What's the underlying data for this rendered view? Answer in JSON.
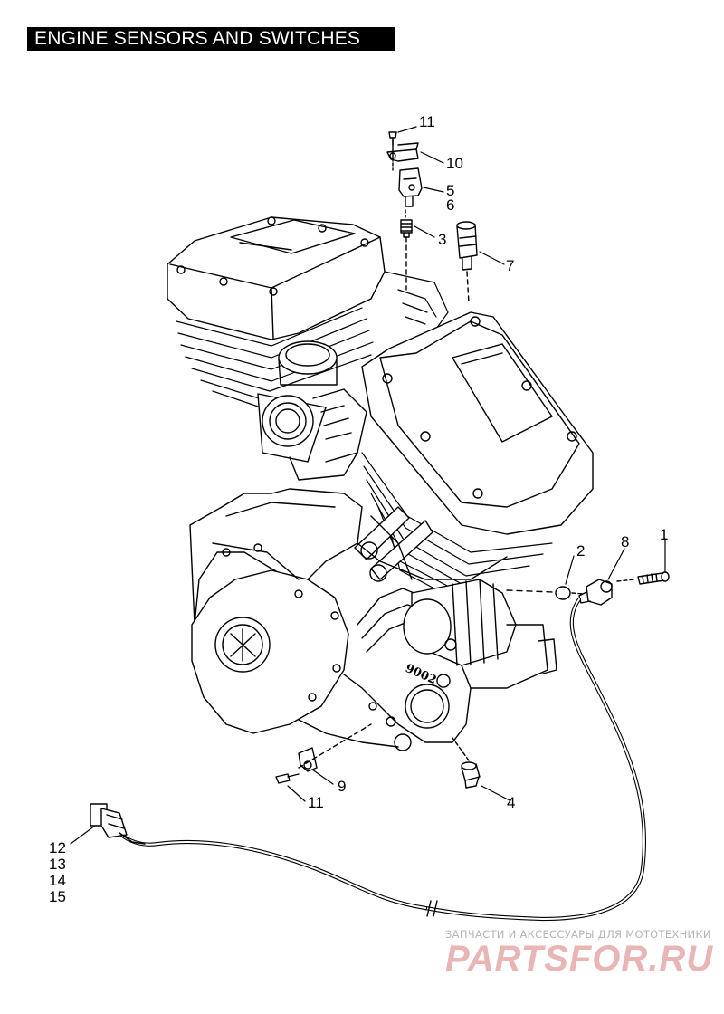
{
  "title": "ENGINE SENSORS AND SWITCHES",
  "callouts": {
    "c1": "1",
    "c2": "2",
    "c3": "3",
    "c4": "4",
    "c5": "5",
    "c6": "6",
    "c7": "7",
    "c8": "8",
    "c9": "9",
    "c10": "10",
    "c11_top": "11",
    "c11_bottom": "11",
    "c12": "12",
    "c13": "13",
    "c14": "14",
    "c15": "15"
  },
  "case_marking": "9002",
  "watermark": {
    "tagline": "ЗАПЧАСТИ И АКСЕССУАРЫ ДЛЯ МОТОТЕХНИКИ",
    "brand": "PARTSFOR.RU",
    "color": "#e9b5b5"
  }
}
